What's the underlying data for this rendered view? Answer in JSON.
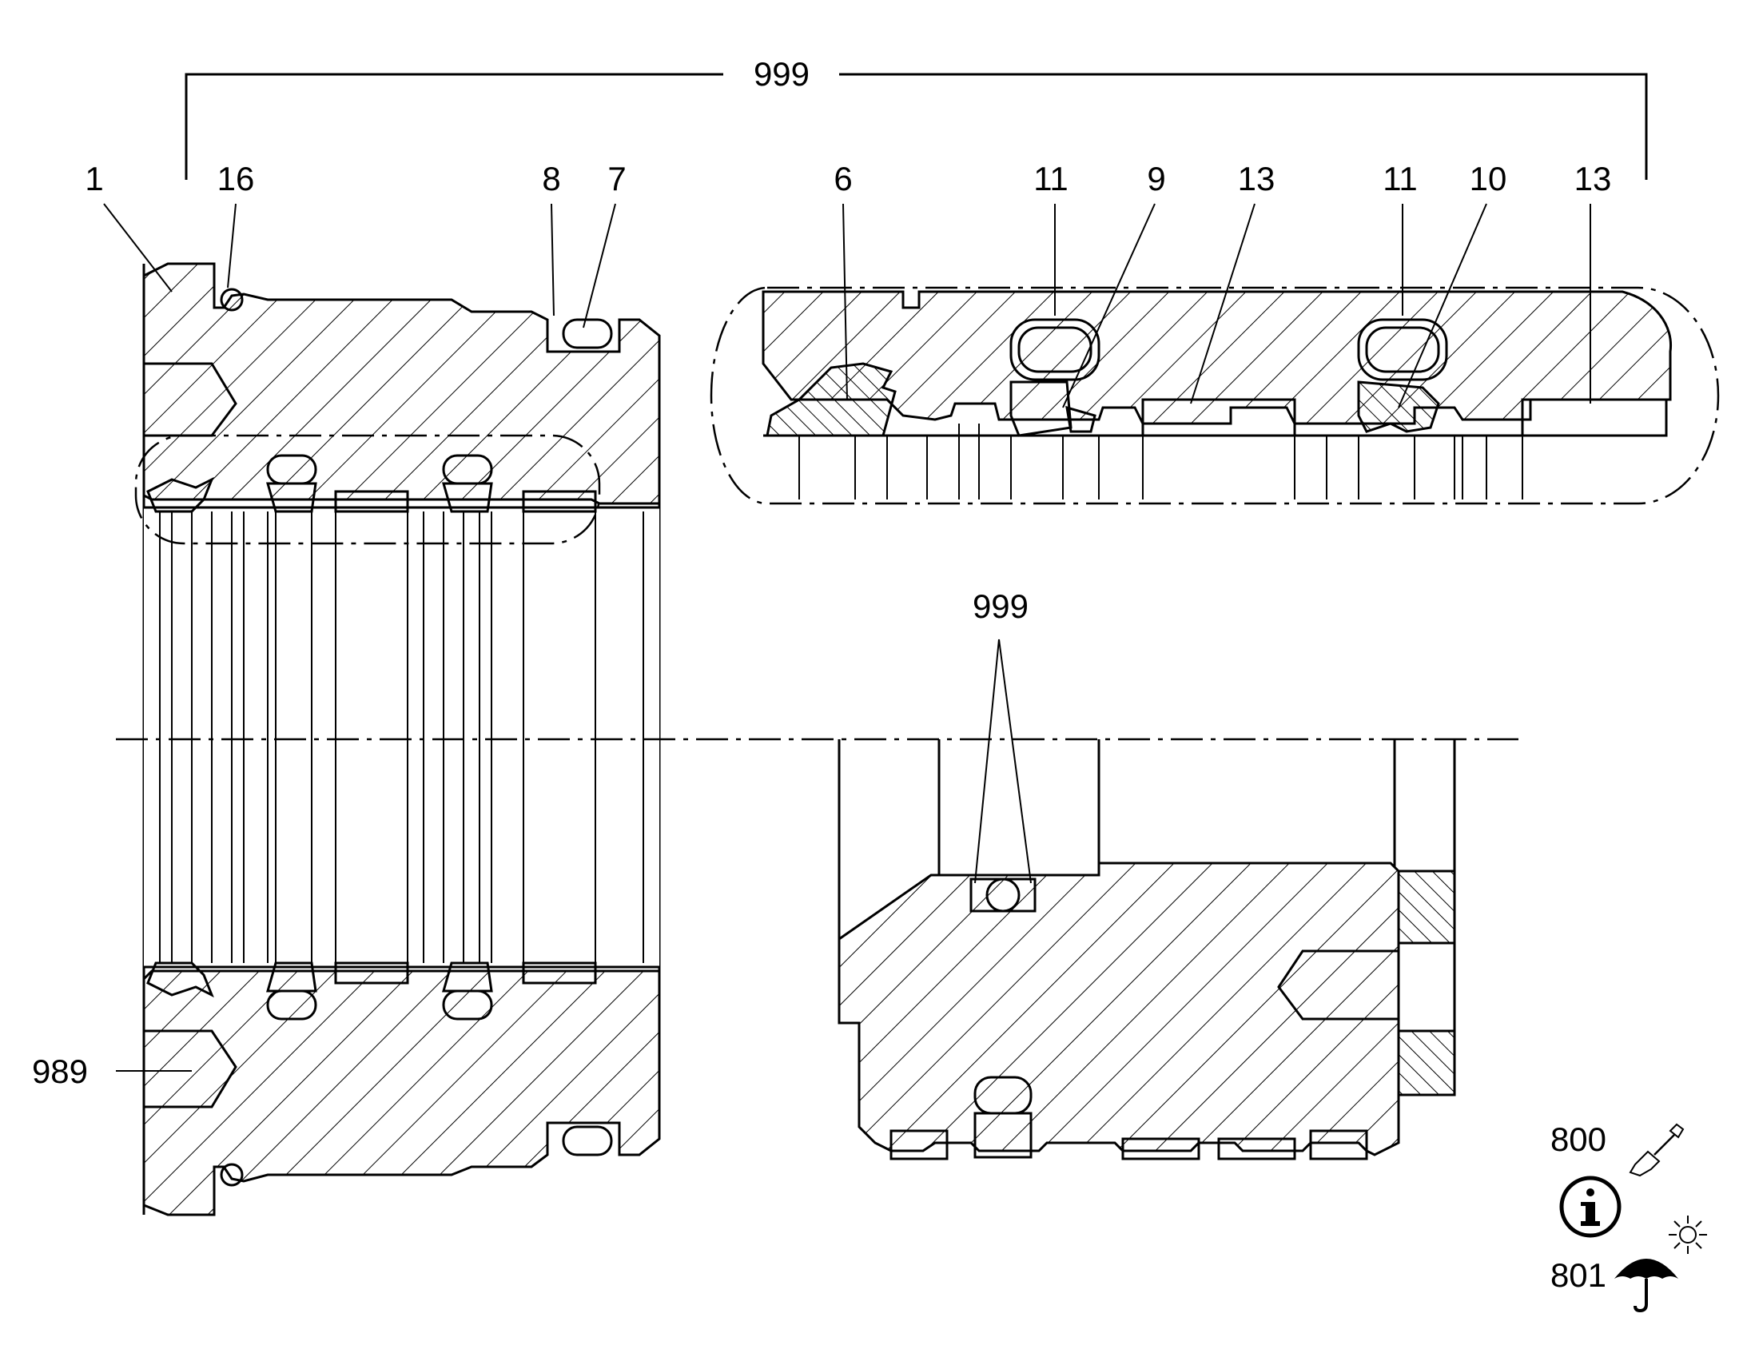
{
  "labels": {
    "top_dimension": "999",
    "p1": "1",
    "p16": "16",
    "p8": "8",
    "p7": "7",
    "p6": "6",
    "p11a": "11",
    "p9": "9",
    "p13a": "13",
    "p11b": "11",
    "p10": "10",
    "p13b": "13",
    "mid_999": "999",
    "p989": "989",
    "p800": "800",
    "p801": "801"
  },
  "icons": [
    "brush-icon",
    "info-icon",
    "umbrella-icon",
    "sun-icon"
  ],
  "colors": {
    "line": "#000000",
    "background": "#ffffff"
  }
}
